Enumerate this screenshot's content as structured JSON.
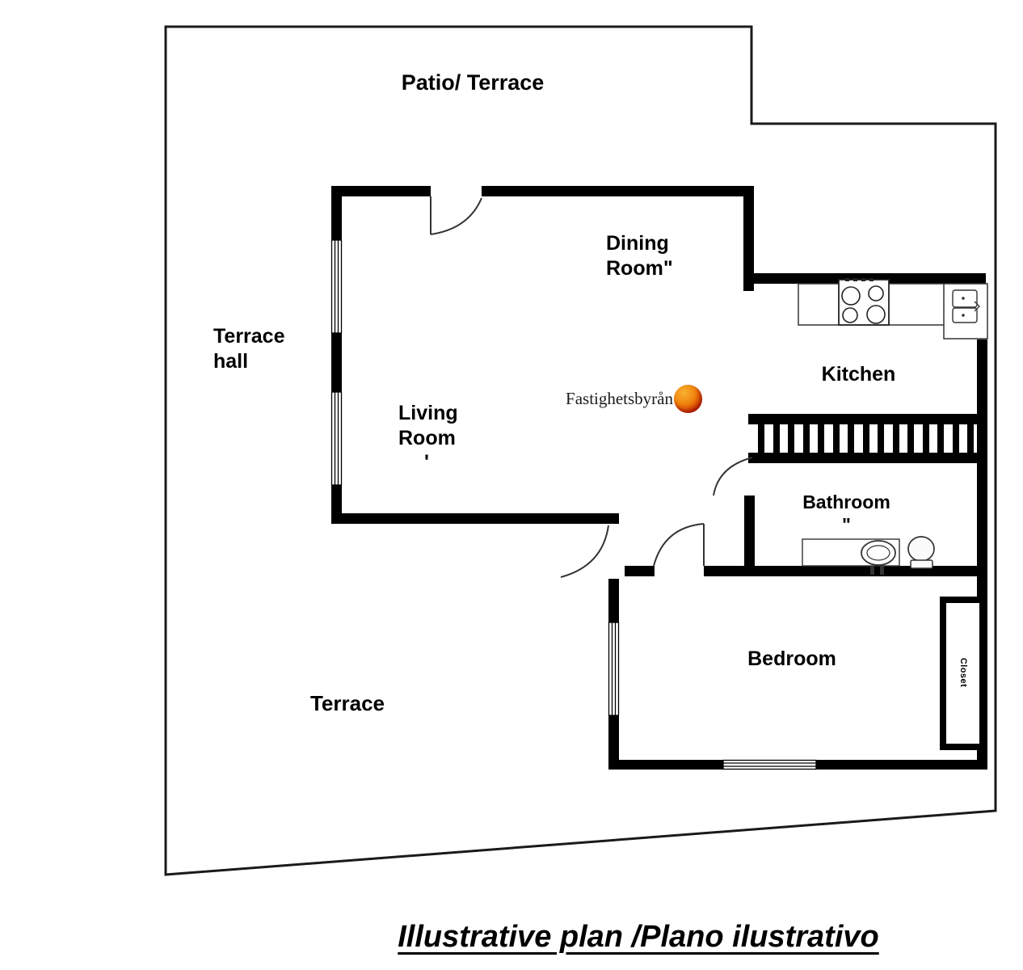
{
  "labels": {
    "patio_terrace": "Patio/ Terrace",
    "terrace_hall_line1": "Terrace",
    "terrace_hall_line2": "hall",
    "dining_line1": "Dining",
    "dining_line2": "Room\"",
    "living_line1": "Living",
    "living_line2": "Room",
    "living_mark": "'",
    "kitchen": "Kitchen",
    "bathroom": "Bathroom",
    "bathroom_mark": "\"",
    "bedroom": "Bedroom",
    "terrace": "Terrace",
    "closet": "Closet"
  },
  "logo": {
    "text": "Fastighetsbyrån",
    "ball_color_top": "#f9b233",
    "ball_color_bottom": "#b51f00"
  },
  "footer": {
    "title": "Illustrative plan /Plano ilustrativo"
  },
  "colors": {
    "wall": "#000000",
    "background": "#ffffff",
    "outline": "#1a1a1a"
  }
}
